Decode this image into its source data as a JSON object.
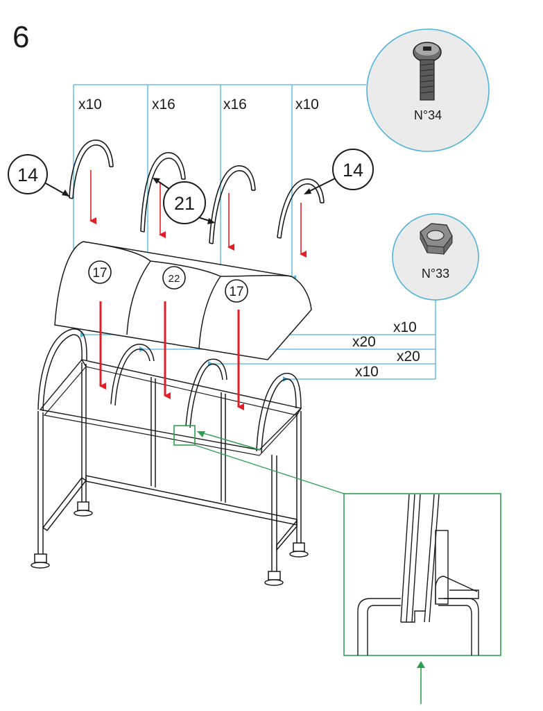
{
  "step": {
    "number": "6"
  },
  "hardware": [
    {
      "id": "bolt",
      "label": "N°34",
      "icon": "bolt-icon"
    },
    {
      "id": "nut",
      "label": "N°33",
      "icon": "hex-nut-icon"
    }
  ],
  "bolt_quantities": [
    "x10",
    "x16",
    "x16",
    "x10"
  ],
  "nut_quantities": [
    "x10",
    "x20",
    "x20",
    "x10"
  ],
  "part_callouts": [
    "14",
    "21",
    "14",
    "17",
    "22",
    "17"
  ],
  "colors": {
    "leader_lines": "#4fb3d9",
    "arrows": "#e41e26",
    "detail_frame": "#2e9e4f",
    "outline": "#1a1a1a"
  }
}
